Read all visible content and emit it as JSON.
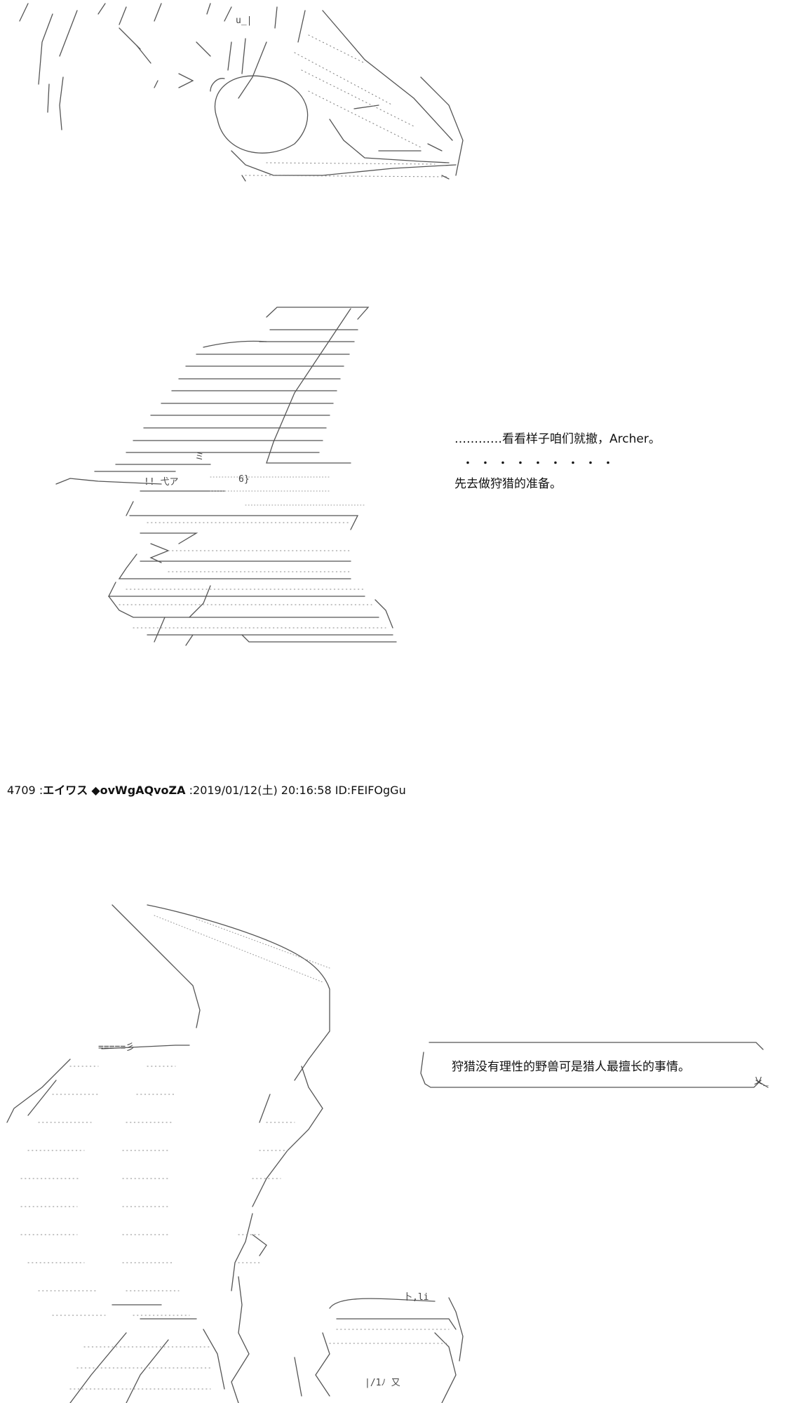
{
  "dialogue": {
    "line1": "…………看看样子咱们就撤，Archer。",
    "emphasis_dots": "・・・・・・・・・",
    "line2": "先去做狩猎的准备。",
    "bubble_text": "狩猎没有理性的野兽可是猎人最擅长的事情。"
  },
  "post_header": {
    "number": "4709",
    "name": "エイワス",
    "trip": "◆ovWgAQvoZA",
    "datetime": "2019/01/12(土) 20:16:58",
    "id": "ID:FEIFOgGu"
  },
  "art_fragments": {
    "frag1": "u_|",
    "frag2": "!! 弋ア",
    "frag3": "ミ",
    "frag4": "6}",
    "frag5": "=====彡",
    "frag6": "卜,li",
    "frag7": "|/1ﾉ 又",
    "frag8": "乂_"
  }
}
